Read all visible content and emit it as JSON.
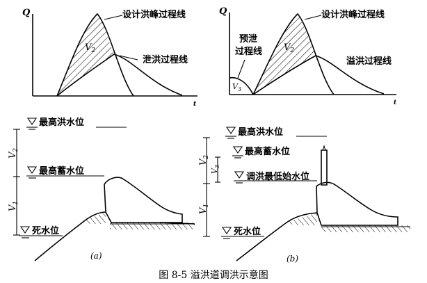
{
  "caption": "图 8-5  溢洪道调洪示意图",
  "panel_a": {
    "graph": {
      "y_axis": "Q",
      "x_axis": "t",
      "design_hydrograph": "设计洪峰过程线",
      "discharge_hydrograph": "泄洪过程线",
      "volume": "V",
      "volume_sub": "2"
    },
    "section": {
      "max_flood_level": "最高洪水位",
      "max_storage_level": "最高蓄水位",
      "dead_level": "死水位",
      "v1": "V",
      "v1_sub": "1",
      "v2": "V",
      "v2_sub": "2",
      "tag": "(a)"
    }
  },
  "panel_b": {
    "graph": {
      "y_axis": "Q",
      "x_axis": "t",
      "pre_release_line1": "预泄",
      "pre_release_line2": "过程线",
      "design_hydrograph": "设计洪峰过程线",
      "overflow_hydrograph": "溢洪过程线",
      "volume2": "V",
      "volume2_sub": "2",
      "volume3": "V",
      "volume3_sub": "3"
    },
    "section": {
      "max_flood_level": "最高洪水位",
      "max_storage_level": "最高蓄水位",
      "min_start_level": "调洪最低始水位",
      "dead_level": "死水位",
      "v1": "V",
      "v1_sub": "1",
      "v2": "V",
      "v2_sub": "2",
      "v3": "V",
      "v3_sub": "3",
      "tag": "(b)"
    }
  }
}
